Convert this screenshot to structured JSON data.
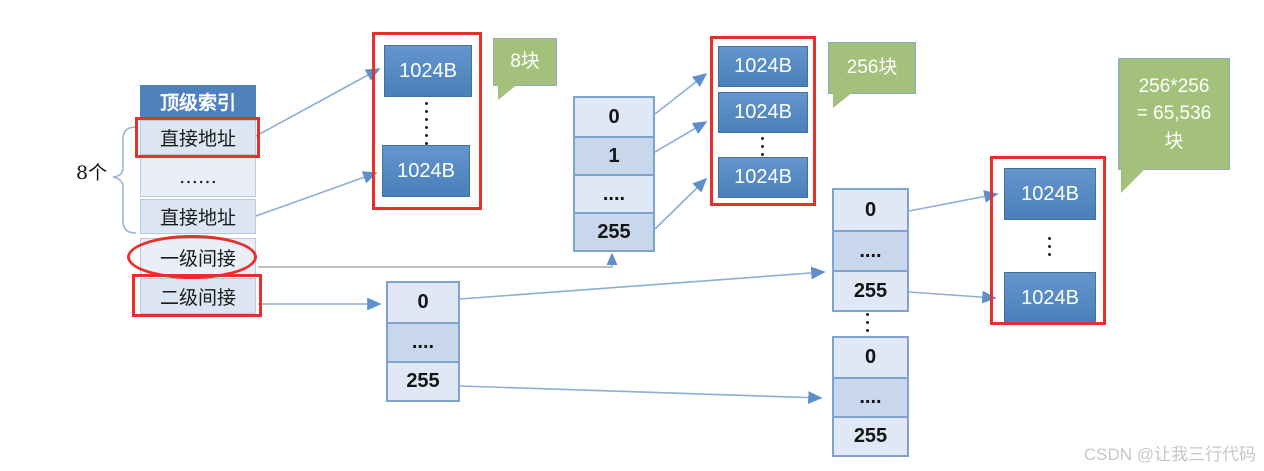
{
  "inode": {
    "header": "顶级索引",
    "rows": [
      "直接地址",
      "……",
      "直接地址",
      "一级间接",
      "二级间接"
    ],
    "count_label": "8个"
  },
  "groups": {
    "direct": {
      "blocks": [
        "1024B",
        "1024B"
      ],
      "badge": "8块"
    },
    "single": {
      "blocks": [
        "1024B",
        "1024B",
        "1024B"
      ],
      "badge": "256块"
    },
    "double": {
      "blocks": [
        "1024B",
        "1024B"
      ],
      "badge_lines": [
        "256*256",
        "= 65,536",
        "块"
      ]
    }
  },
  "tables": {
    "single_index": [
      "0",
      "1",
      "....",
      "255"
    ],
    "l1_index": [
      "0",
      "....",
      "255"
    ],
    "l2a_index": [
      "0",
      "....",
      "255"
    ],
    "l2b_index": [
      "0",
      "....",
      "255"
    ]
  },
  "watermark": "CSDN @让我三行代码",
  "colors": {
    "header_blue": "#4f81bd",
    "block_blue": "#5089c2",
    "row_light": "#dce6f2",
    "row_lighter": "#eaeff7",
    "cell_light": "#dfe8f4",
    "cell_dark": "#c9d7ec",
    "bubble_green": "#a4c17c",
    "annotation_red": "#e8302a",
    "connector_blue": "#8caed8"
  }
}
